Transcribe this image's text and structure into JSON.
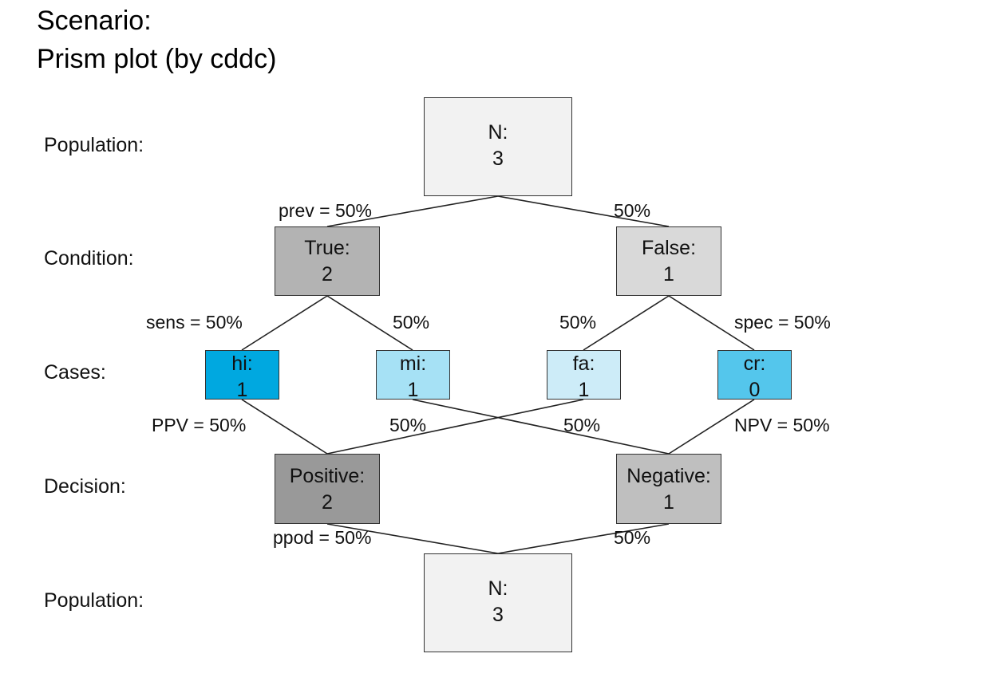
{
  "title": {
    "line1": "Scenario:",
    "line2": "Prism plot (by cddc)"
  },
  "rows": {
    "population_top": "Population:",
    "condition": "Condition:",
    "cases": "Cases:",
    "decision": "Decision:",
    "population_bottom": "Population:"
  },
  "nodes": {
    "n_top": {
      "label": "N:",
      "value": "3",
      "color": "#f2f2f2"
    },
    "cond_true": {
      "label": "True:",
      "value": "2",
      "color": "#b3b3b3"
    },
    "cond_false": {
      "label": "False:",
      "value": "1",
      "color": "#d9d9d9"
    },
    "hi": {
      "label": "hi:",
      "value": "1",
      "color": "#00a8e0"
    },
    "mi": {
      "label": "mi:",
      "value": "1",
      "color": "#a6e1f5"
    },
    "fa": {
      "label": "fa:",
      "value": "1",
      "color": "#cdecf8"
    },
    "cr": {
      "label": "cr:",
      "value": "0",
      "color": "#54c6ec"
    },
    "dec_pos": {
      "label": "Positive:",
      "value": "2",
      "color": "#999999"
    },
    "dec_neg": {
      "label": "Negative:",
      "value": "1",
      "color": "#bfbfbf"
    },
    "n_bottom": {
      "label": "N:",
      "value": "3",
      "color": "#f2f2f2"
    }
  },
  "edge_labels": {
    "prev": "prev = 50%",
    "prev_false": "50%",
    "sens": "sens = 50%",
    "mi_rate": "50%",
    "fa_rate": "50%",
    "spec": "spec = 50%",
    "ppv": "PPV = 50%",
    "fa_ppv": "50%",
    "mi_npv": "50%",
    "npv": "NPV = 50%",
    "ppod": "ppod = 50%",
    "ppod_neg": "50%"
  }
}
